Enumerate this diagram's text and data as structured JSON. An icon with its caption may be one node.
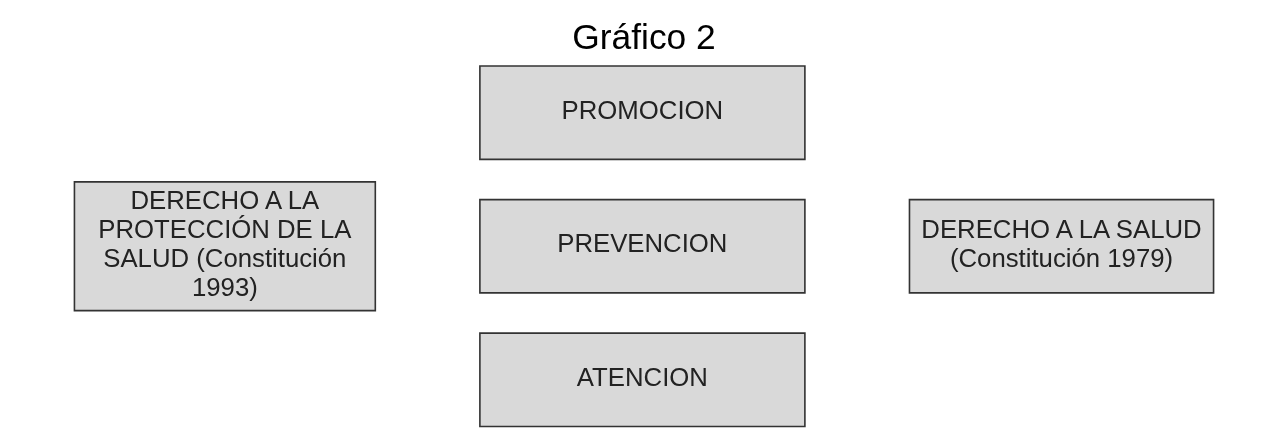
{
  "diagram": {
    "title": "Gráfico 2",
    "nodes": [
      {
        "text": [
          "DERECHO A LA PROTECCIÓN DE LA SALUD (Constitución 1993)"
        ]
      },
      {
        "text": [
          "PROMOCION"
        ]
      },
      {
        "text": [
          "PREVENCION"
        ]
      },
      {
        "text": [
          "ATENCION"
        ]
      },
      {
        "text": [
          "DERECHO A LA SALUD (Constitución 1979)"
        ]
      }
    ],
    "edges": []
  }
}
